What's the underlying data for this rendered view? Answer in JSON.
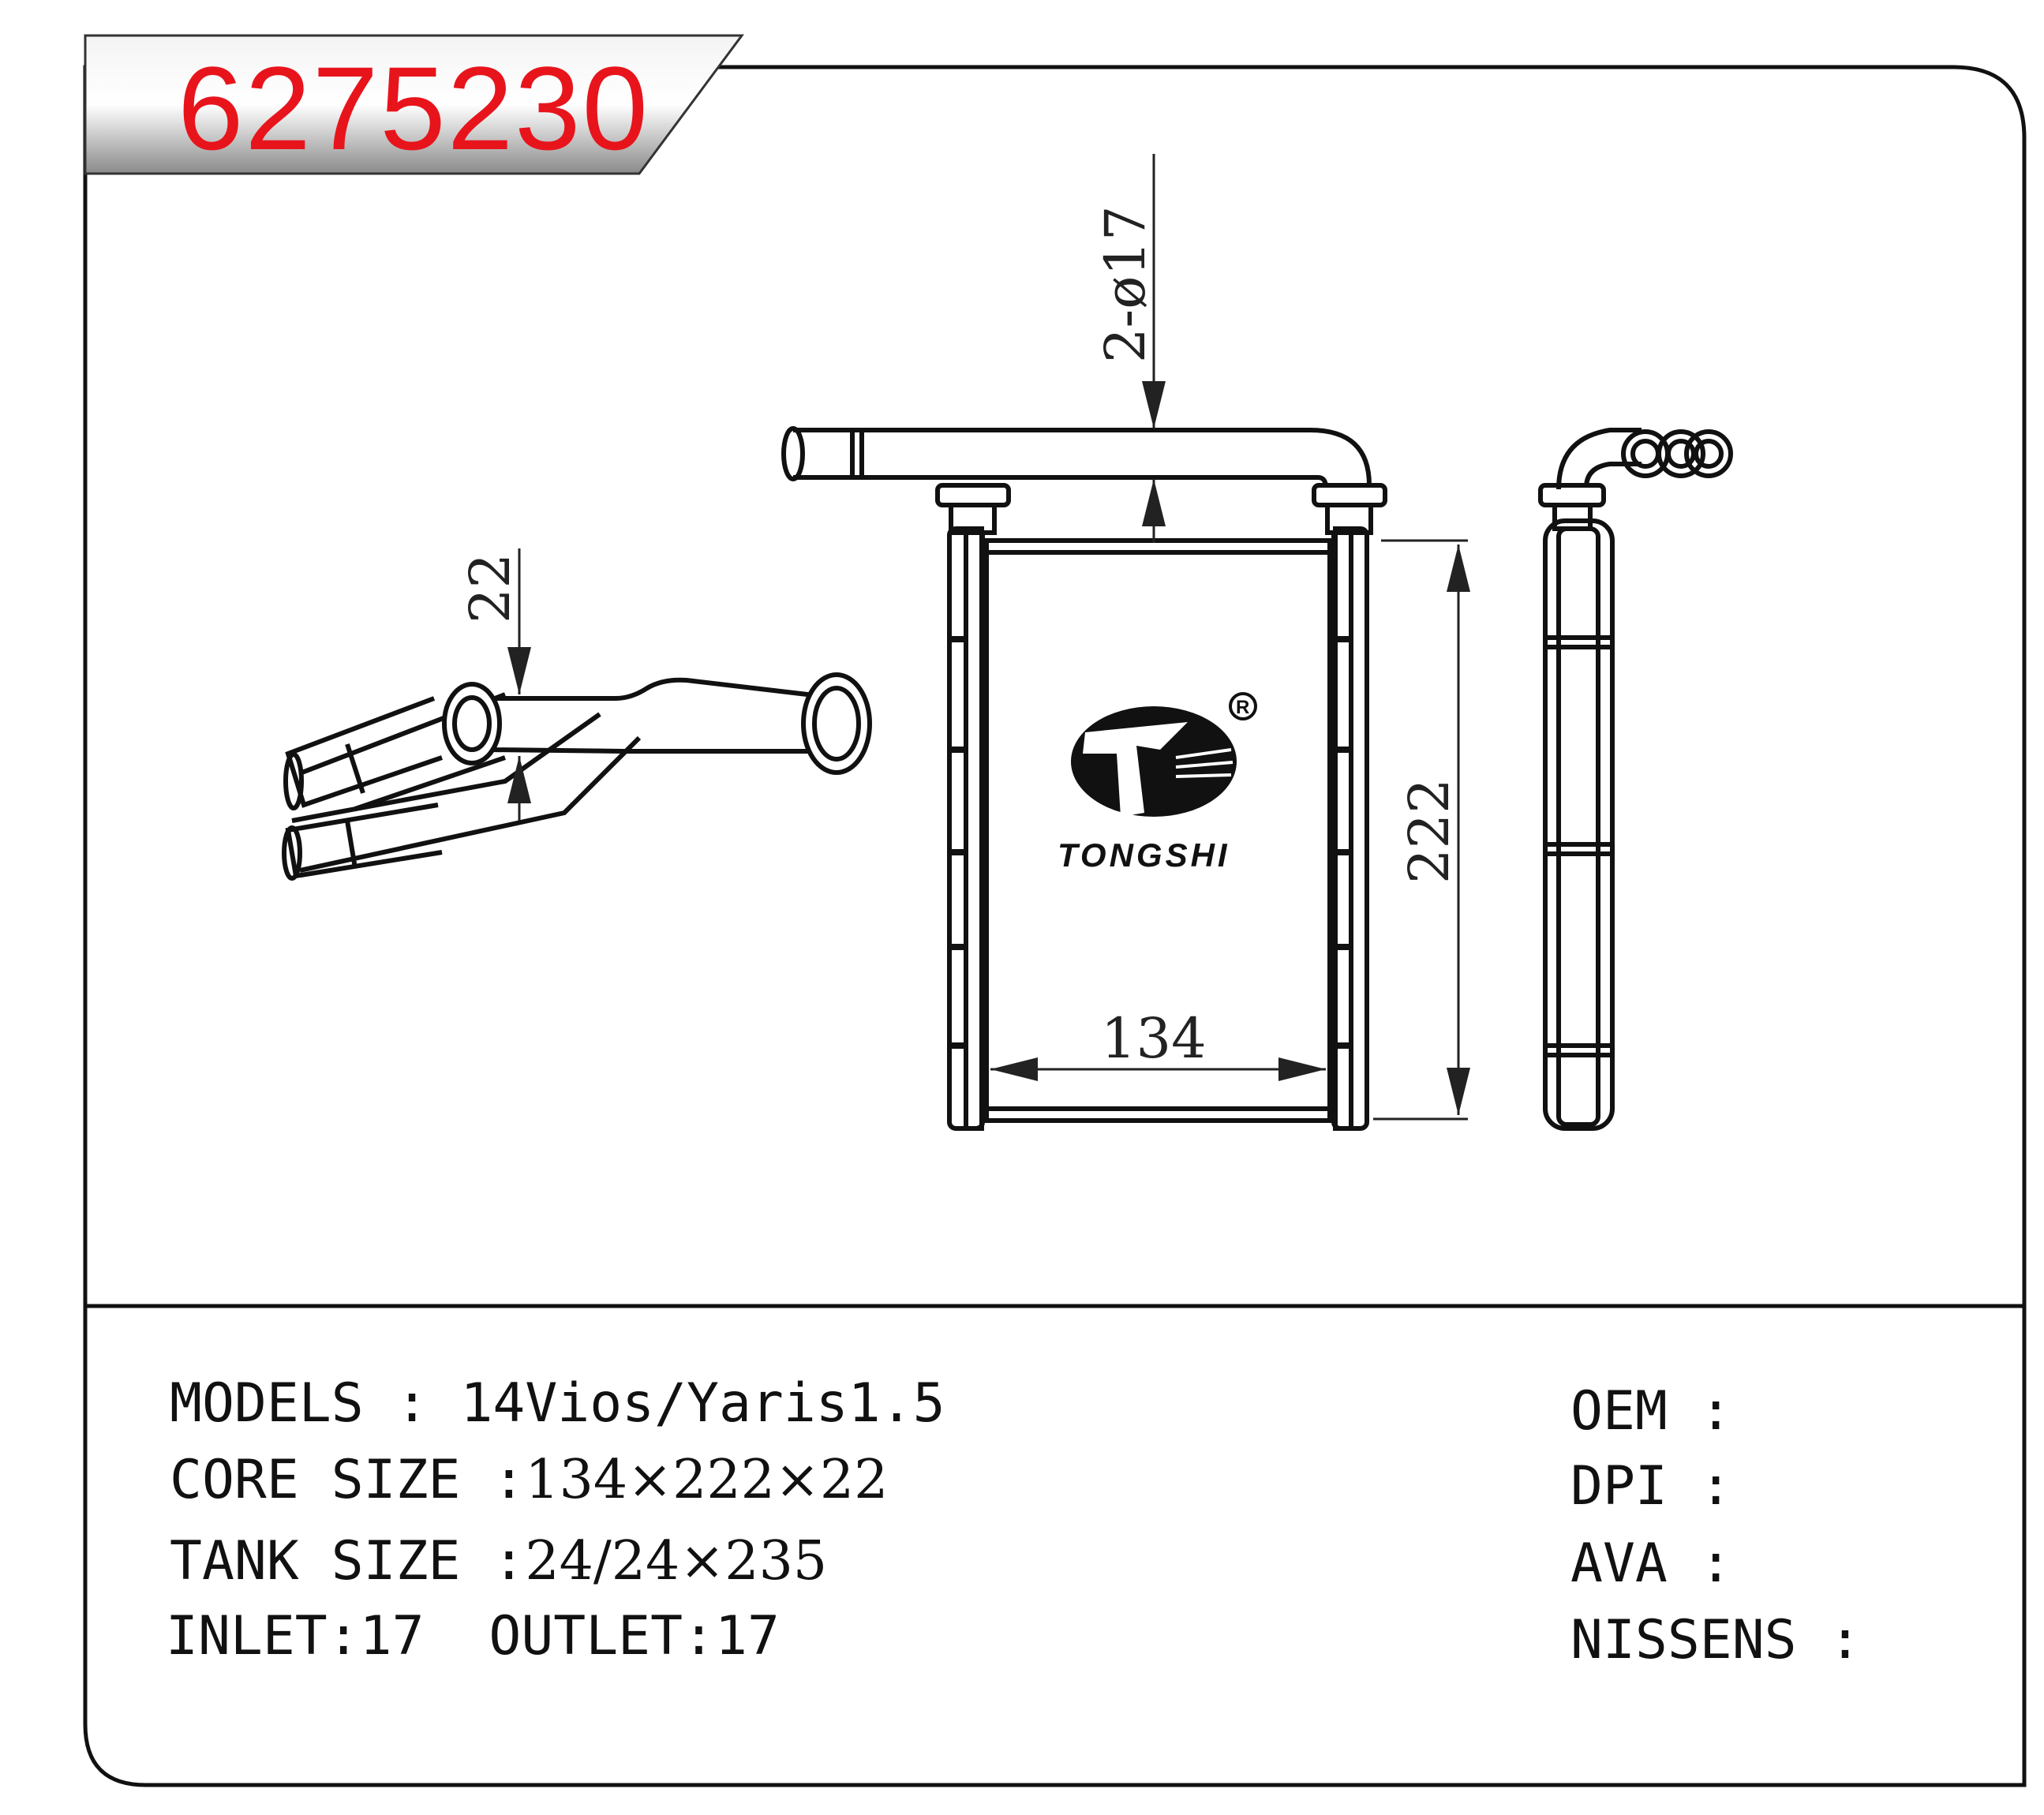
{
  "part_number": "6275230",
  "dimensions": {
    "inlet_label": "2-ø17",
    "pipe_spacing": "22",
    "height": "222",
    "width": "134"
  },
  "logo": {
    "brand": "TONGSHI",
    "registered_mark": "R"
  },
  "specs": {
    "models_label": "MODELS",
    "models_sep": " : ",
    "models_value": "14Vios/Yaris1.5",
    "core_label": "CORE SIZE",
    "core_sep": " :",
    "core_value": "134×222×22",
    "tank_label": "TANK SIZE",
    "tank_sep": " :",
    "tank_value": "24/24×235",
    "inlet_label": "INLET:",
    "inlet_value": "17",
    "outlet_label": "OUTLET:",
    "outlet_value": "17"
  },
  "references": [
    {
      "label": "OEM",
      "sep": " :",
      "value": ""
    },
    {
      "label": "DPI",
      "sep": " :",
      "value": ""
    },
    {
      "label": "AVA",
      "sep": " :",
      "value": ""
    },
    {
      "label": "NISSENS",
      "sep": " :",
      "value": ""
    }
  ],
  "colors": {
    "part_number": "#e8141c",
    "frame": "#111111"
  }
}
